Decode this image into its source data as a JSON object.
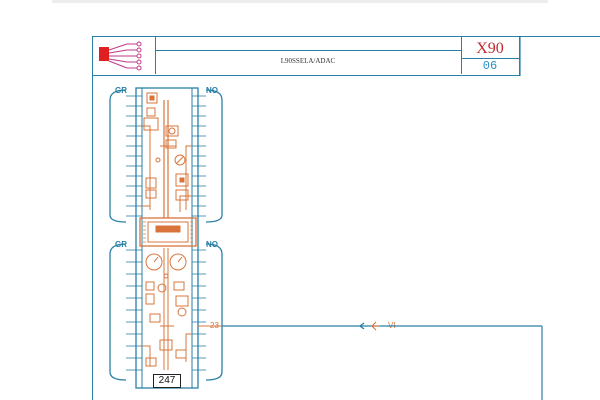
{
  "title_block": {
    "title": "L90SSELA/ADAC",
    "code": "X90",
    "sheet": "06"
  },
  "left_groups": [
    {
      "tag": "GR"
    },
    {
      "tag": "GR"
    }
  ],
  "right_groups": [
    {
      "tag": "NO"
    },
    {
      "tag": "NO"
    }
  ],
  "connector": {
    "pin": "23",
    "route_label": "VI"
  },
  "component_number": "247",
  "colors": {
    "frame": "#2a7fa6",
    "component": "#d8743a",
    "code_red": "#c0282d",
    "sheet_blue": "#2a8fc0"
  }
}
